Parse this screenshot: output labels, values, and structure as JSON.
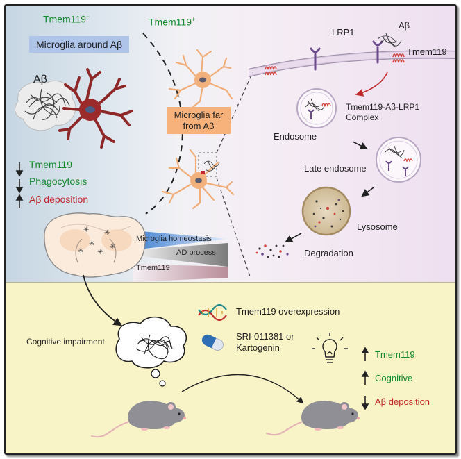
{
  "top_left": {
    "tmem_minus": "Tmem119",
    "tmem_minus_sup": "−",
    "microglia_around": "Microglia around Aβ",
    "abeta": "Aβ",
    "down_tmem119": "Tmem119",
    "down_phagocytosis": "Phagocytosis",
    "up_abeta_deposition": "Aβ deposition"
  },
  "top_middle": {
    "tmem_plus": "Tmem119",
    "tmem_plus_sup": "+",
    "microglia_far": "Microglia far from Aβ"
  },
  "triangles": {
    "homeostasis": "Microglia homeostasis",
    "ad_process": "AD process",
    "tmem119": "Tmem119"
  },
  "top_right": {
    "lrp1": "LRP1",
    "abeta": "Aβ",
    "tmem119": "Tmem119",
    "complex_line1": "Tmem119-Aβ-LRP1",
    "complex_line2": "Complex",
    "endosome": "Endosome",
    "late_endosome": "Late endosome",
    "lysosome": "Lysosome",
    "degradation": "Degradation"
  },
  "bottom": {
    "overexpression": "Tmem119 overexpression",
    "drug_line1": "SRI-011381 or",
    "drug_line2": "Kartogenin",
    "cognitive_impairment": "Cognitive impairment",
    "up_tmem119": "Tmem119",
    "up_cognitive": "Cognitive",
    "down_abeta": "Aβ deposition"
  },
  "colors": {
    "green": "#16892f",
    "red": "#c0282b",
    "microglia_red": "#9b2a2a",
    "microglia_orange": "#f2b07c",
    "receptor_purple": "#6b4a8c",
    "tmem_red": "#d1453f",
    "bottom_bg": "#f9f3c8"
  },
  "icons": [
    "dna-icon",
    "capsule-icon",
    "lightbulb-icon",
    "mouse-icon",
    "thought-bubble-icon",
    "brain-section-icon"
  ]
}
